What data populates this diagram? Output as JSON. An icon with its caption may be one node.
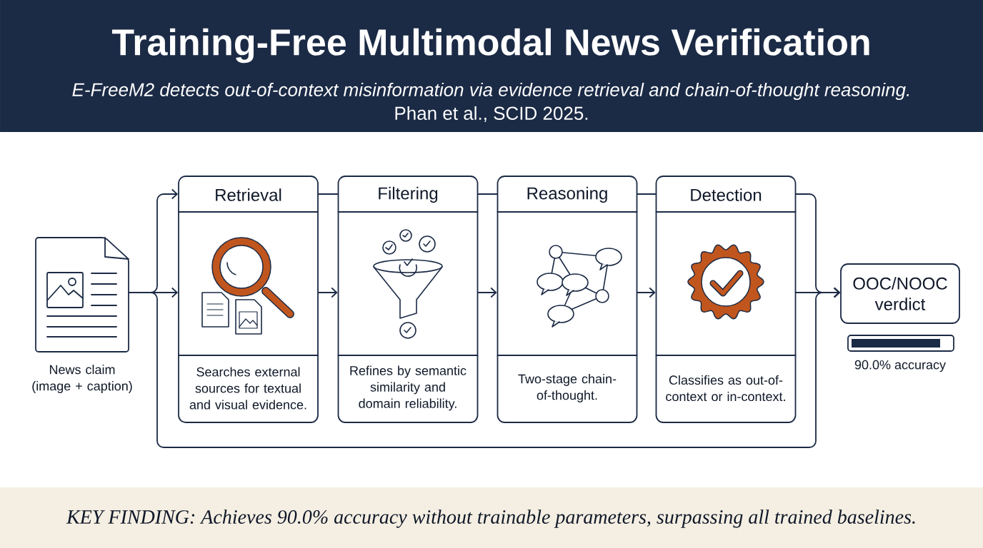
{
  "diagram": {
    "title": "Training-Free Multimodal News Verification",
    "nodes": [
      {
        "text": [
          "News claim (image + caption)"
        ]
      },
      {
        "text": [
          "Retrieval",
          "Searches external sources for textual and visual evidence."
        ]
      },
      {
        "text": [
          "Filtering",
          "Refines by semantic similarity and domain reliability."
        ]
      },
      {
        "text": [
          "Reasoning",
          "Two-stage chain-of-thought."
        ]
      },
      {
        "text": [
          "Detection",
          "Classifies as out-of-context or in-context."
        ]
      },
      {
        "text": [
          "OOC/NOOC verdict"
        ],
        "beside": [
          "90.0% accuracy"
        ]
      }
    ],
    "edges": [
      {
        "from": 0,
        "to": 1,
        "arrow": "to"
      },
      {
        "from": 1,
        "to": 2,
        "arrow": "to"
      },
      {
        "from": 2,
        "to": 3,
        "arrow": "to"
      },
      {
        "from": 3,
        "to": 4,
        "arrow": "to"
      },
      {
        "from": 4,
        "to": 5,
        "arrow": "to"
      },
      {
        "from": 0,
        "to": 1,
        "arrow": "to"
      },
      {
        "from": 1,
        "to": 2,
        "arrow": "none"
      },
      {
        "from": 2,
        "to": 3,
        "arrow": "none"
      },
      {
        "from": 3,
        "to": 4,
        "arrow": "none"
      },
      {
        "from": 4,
        "to": 5,
        "arrow": "to"
      },
      {
        "from": 0,
        "to": 5,
        "arrow": "to"
      }
    ],
    "labels": [
      "E-FreeM2 detects out-of-context misinformation via evidence retrieval and chain-of-thought reasoning.",
      "Phan et al., SCID 2025.",
      "KEY FINDING: Achieves 90.0% accuracy without trainable parameters, surpassing all trained baselines."
    ]
  }
}
